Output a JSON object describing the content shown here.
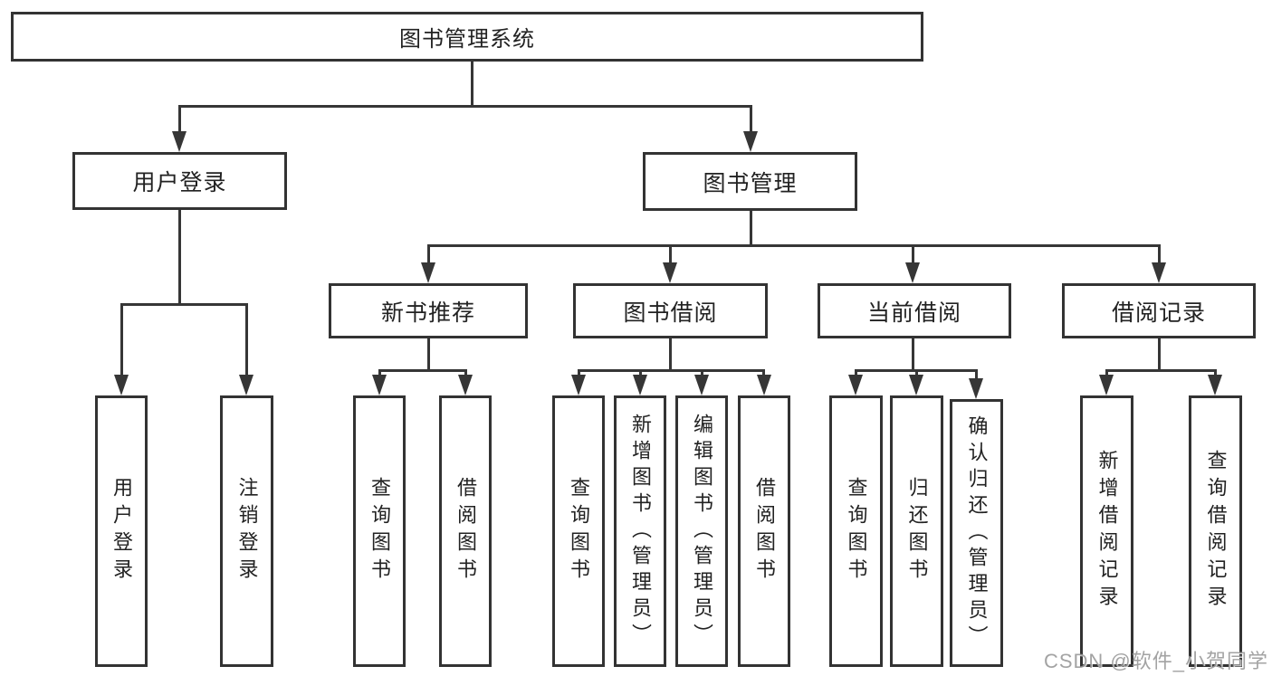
{
  "meta": {
    "diagram_type": "hierarchy-tree",
    "title": "图书管理系统"
  },
  "colors": {
    "line": "#363636",
    "box_border": "#333333",
    "text": "#222222",
    "background": "#ffffff",
    "watermark": "#969696"
  },
  "tree": {
    "label": "图书管理系统",
    "children": [
      {
        "label": "用户登录",
        "children": [
          {
            "label": "用户登录"
          },
          {
            "label": "注销登录"
          }
        ]
      },
      {
        "label": "图书管理",
        "children": [
          {
            "label": "新书推荐",
            "children": [
              {
                "label": "查询图书"
              },
              {
                "label": "借阅图书"
              }
            ]
          },
          {
            "label": "图书借阅",
            "children": [
              {
                "label": "查询图书"
              },
              {
                "label": "新增图书（管理员）"
              },
              {
                "label": "编辑图书（管理员）"
              },
              {
                "label": "借阅图书"
              }
            ]
          },
          {
            "label": "当前借阅",
            "children": [
              {
                "label": "查询图书"
              },
              {
                "label": "归还图书"
              },
              {
                "label": "确认归还（管理员）"
              }
            ]
          },
          {
            "label": "借阅记录",
            "children": [
              {
                "label": "新增借阅记录"
              },
              {
                "label": "查询借阅记录"
              }
            ]
          }
        ]
      }
    ]
  },
  "watermark": {
    "text": "CSDN @软件_小贺同学"
  }
}
